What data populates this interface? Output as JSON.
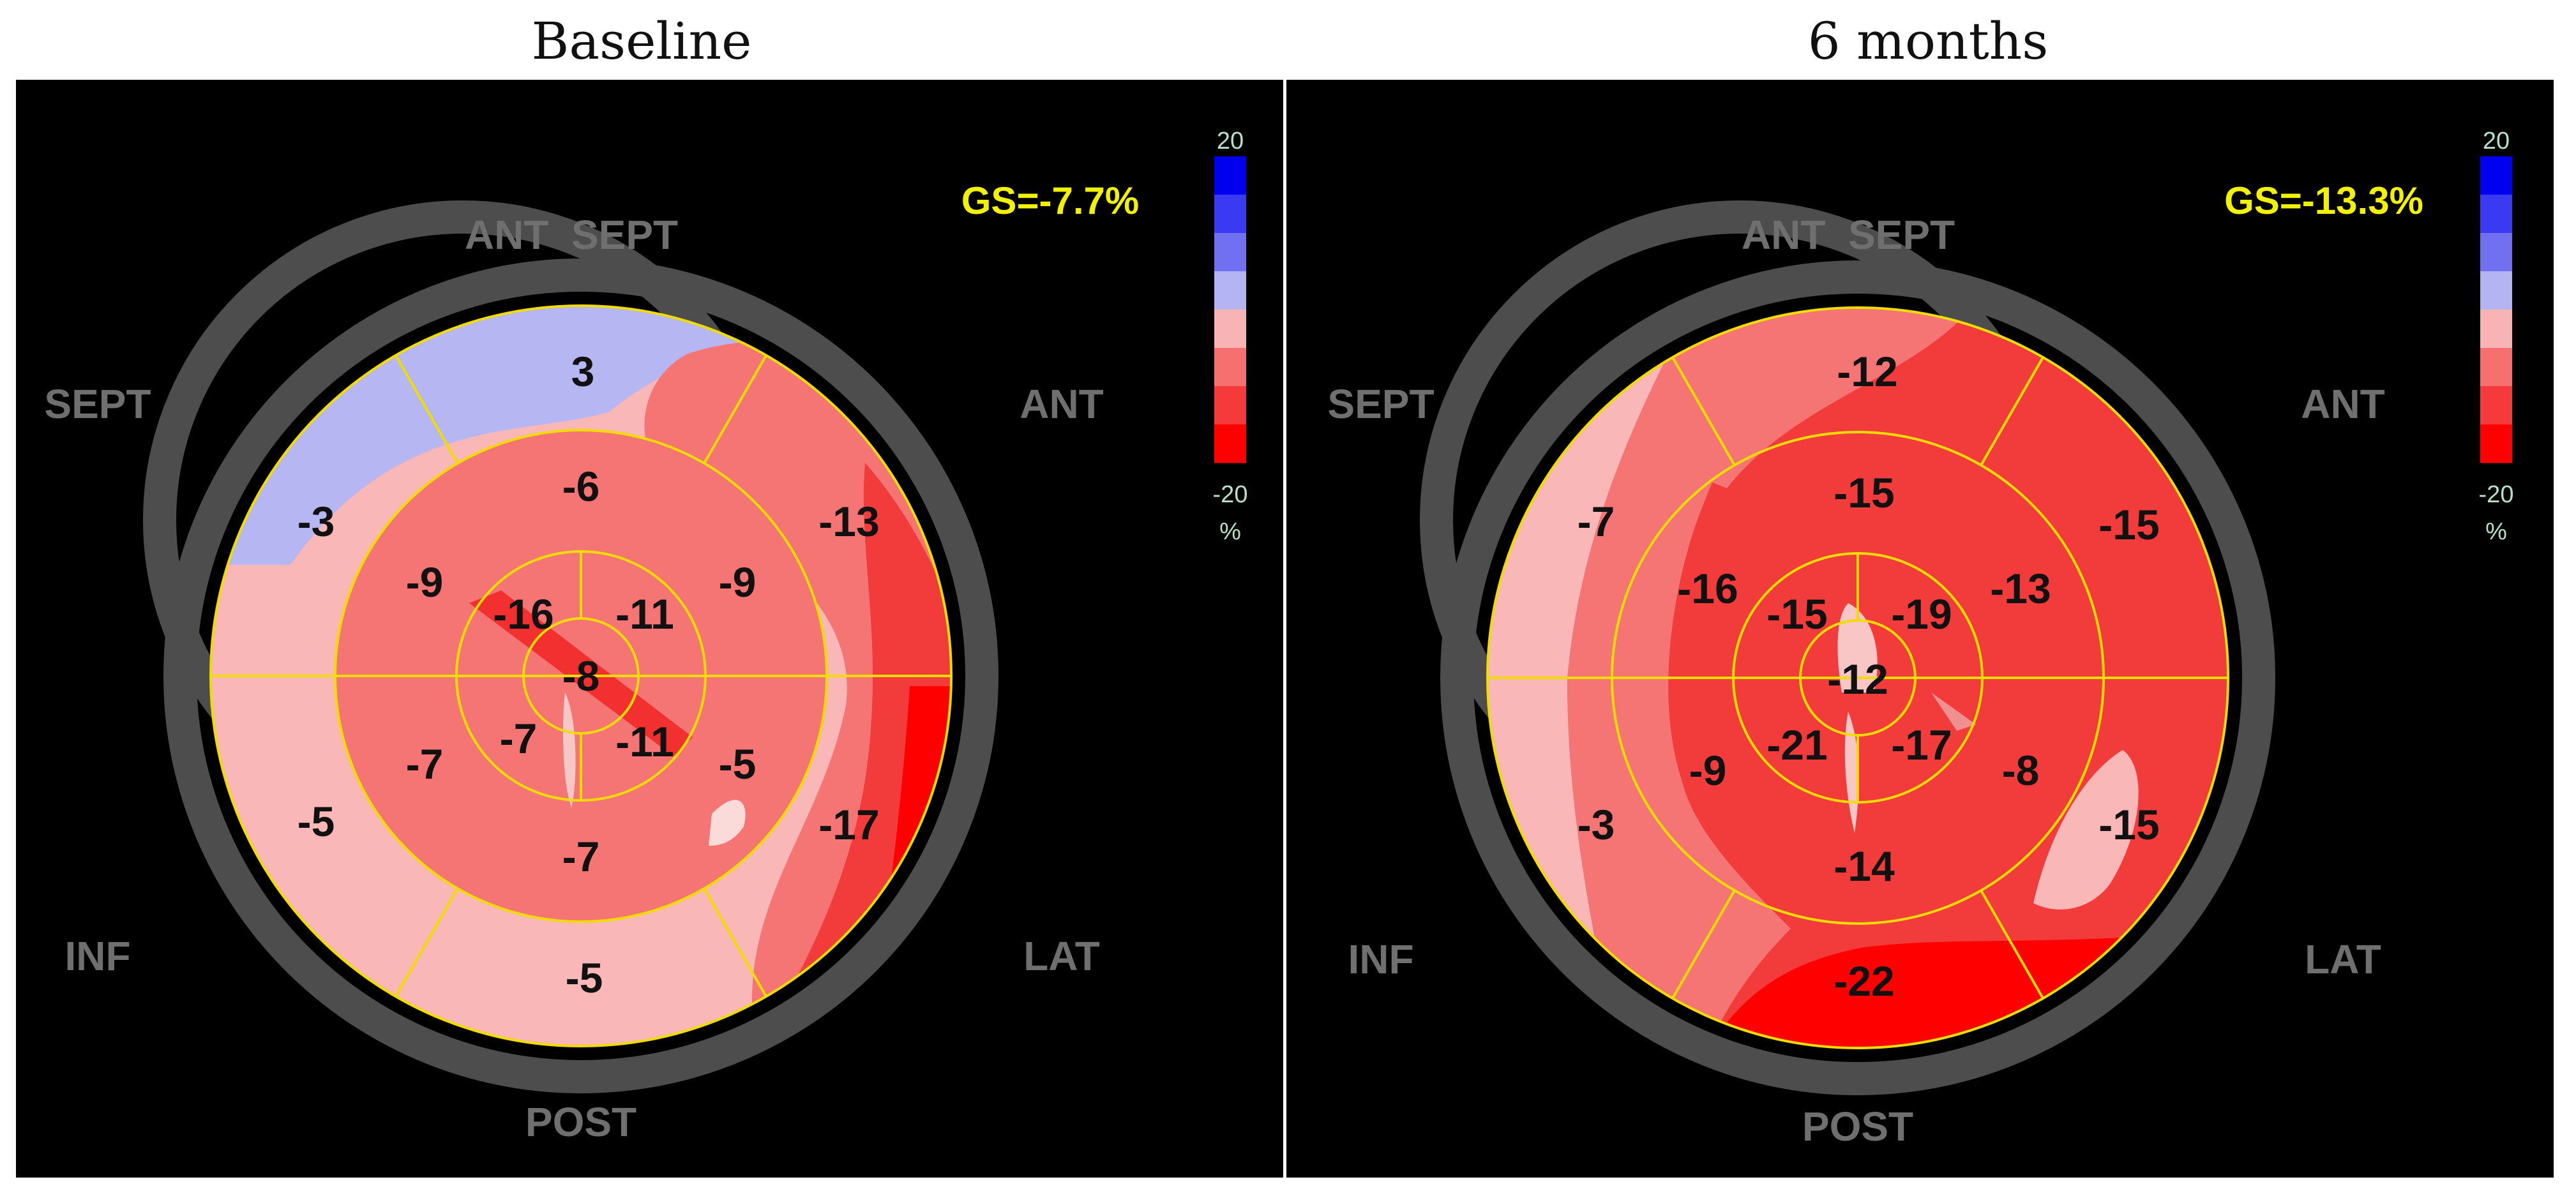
{
  "panels": [
    {
      "title": "Baseline",
      "global_strain": "GS=-7.7%",
      "walls": {
        "ant_sept": "ANT  SEPT",
        "sept": "SEPT",
        "ant": "ANT",
        "inf": "INF",
        "lat": "LAT",
        "post": "POST"
      },
      "scale": {
        "max": "20",
        "min": "-20",
        "unit": "%",
        "colors": [
          "#0000ee",
          "#3a3af2",
          "#7070f0",
          "#b4b4f2",
          "#f8b4b4",
          "#f67070",
          "#f43a3a",
          "#ff0000"
        ]
      },
      "segments": {
        "basal": [
          "3",
          "-13",
          "-17",
          "-5",
          "-5",
          "-3"
        ],
        "mid": [
          "-6",
          "-9",
          "-5",
          "-7",
          "-7",
          "-9"
        ],
        "apical": [
          "-11",
          "-11",
          "-7",
          "-16"
        ],
        "apex": "-8"
      }
    },
    {
      "title": "6 months",
      "global_strain": "GS=-13.3%",
      "walls": {
        "ant_sept": "ANT  SEPT",
        "sept": "SEPT",
        "ant": "ANT",
        "inf": "INF",
        "lat": "LAT",
        "post": "POST"
      },
      "scale": {
        "max": "20",
        "min": "-20",
        "unit": "%",
        "colors": [
          "#0000ee",
          "#3a3af2",
          "#7070f0",
          "#b4b4f2",
          "#f8b4b4",
          "#f67070",
          "#f43a3a",
          "#ff0000"
        ]
      },
      "segments": {
        "basal": [
          "-12",
          "-15",
          "-15",
          "-22",
          "-3",
          "-7"
        ],
        "mid": [
          "-15",
          "-13",
          "-8",
          "-14",
          "-9",
          "-16"
        ],
        "apical": [
          "-19",
          "-17",
          "-21",
          "-15"
        ],
        "apex": "-12"
      }
    }
  ]
}
